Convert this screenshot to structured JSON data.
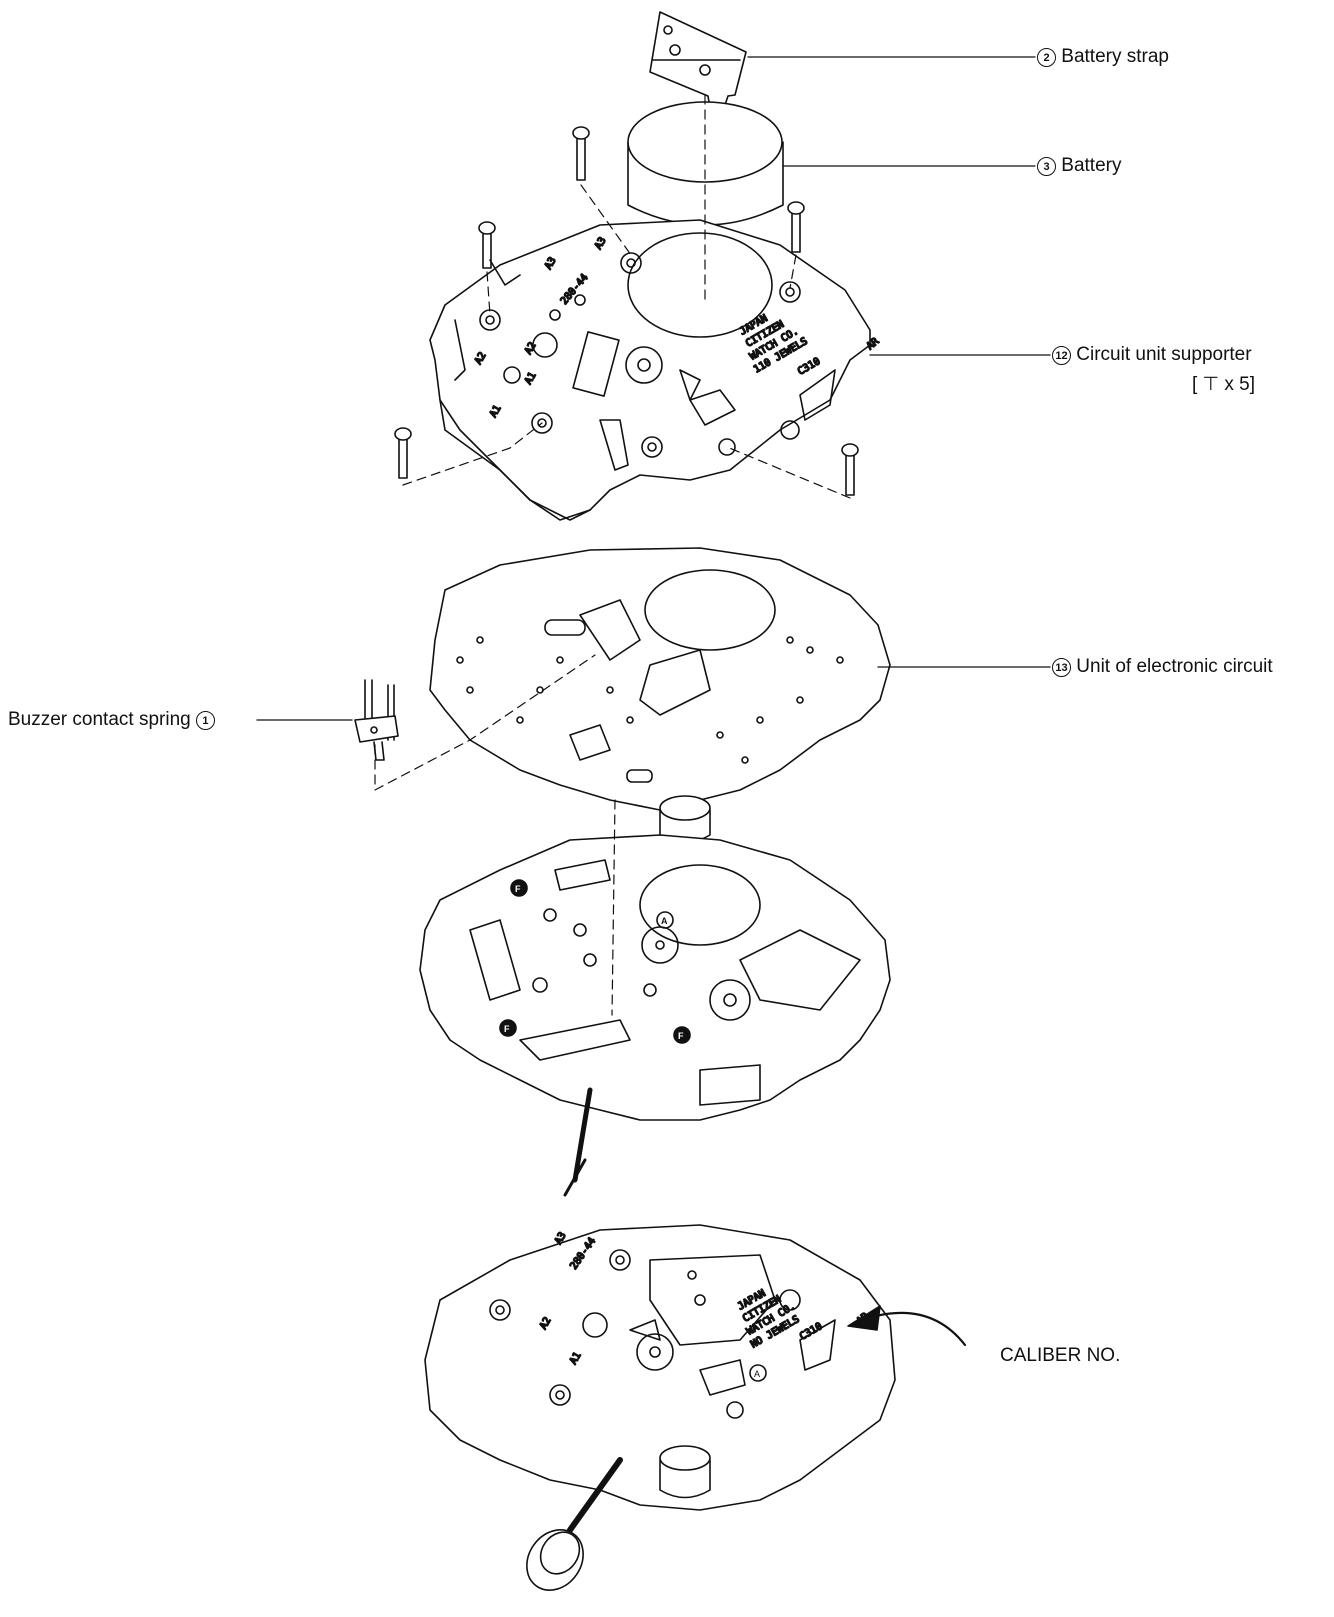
{
  "labels": {
    "battery_strap": {
      "number": "2",
      "text": "Battery strap"
    },
    "battery": {
      "number": "3",
      "text": "Battery"
    },
    "circuit_unit_supporter": {
      "number": "12",
      "text": "Circuit unit supporter",
      "note": "[ ⊤ x 5]"
    },
    "electronic_circuit": {
      "number": "13",
      "text": "Unit of electronic circuit"
    },
    "buzzer_spring": {
      "number": "1",
      "text": "Buzzer contact spring"
    },
    "caliber": {
      "text": "CALIBER NO."
    }
  },
  "plate_markings": {
    "maker": [
      "JAPAN",
      "CITIZEN",
      "WATCH CO.",
      "NO JEWELS"
    ],
    "model": "C310",
    "part_no": "280-44",
    "screw_marks": [
      "A3",
      "A3",
      "A2",
      "A2",
      "A1",
      "A1",
      "AR"
    ],
    "lubrication_marks": [
      "F",
      "A",
      "F",
      "F"
    ]
  },
  "colors": {
    "ink": "#111111",
    "paper": "#ffffff"
  }
}
